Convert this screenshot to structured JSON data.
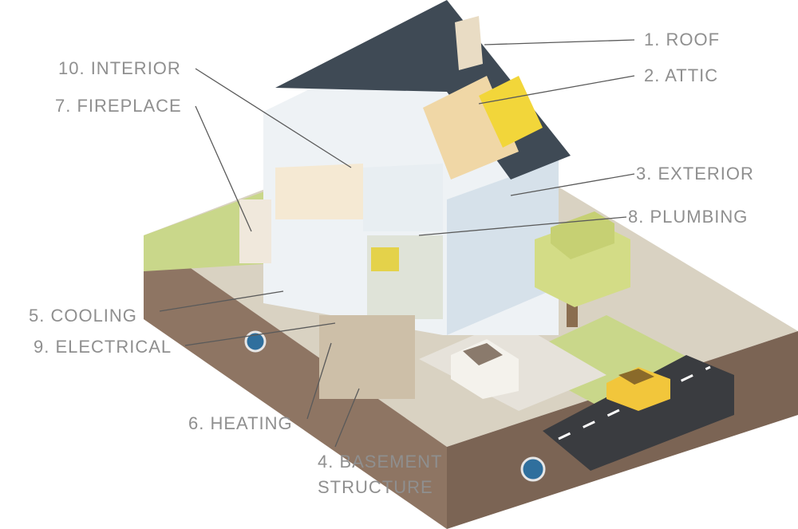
{
  "colors": {
    "label_text": "#8f8f8f",
    "leader_line": "#5a5a5a",
    "roof": "#3f4a55",
    "wall": "#d6e1ea",
    "soil": "#9b7f6a",
    "grass": "#c9d78a",
    "road": "#3a3c40",
    "tree": "#d3dc86",
    "car": "#f4f2ec",
    "taxi": "#f2c63b"
  },
  "labels": {
    "roof": "1. ROOF",
    "attic": "2. ATTIC",
    "exterior": "3. EXTERIOR",
    "plumbing": "8. PLUMBING",
    "interior": "10. INTERIOR",
    "fireplace": "7. FIREPLACE",
    "cooling": "5. COOLING",
    "electrical": "9. ELECTRICAL",
    "heating": "6. HEATING",
    "basement": "4. BASEMENT\nSTRUCTURE"
  }
}
